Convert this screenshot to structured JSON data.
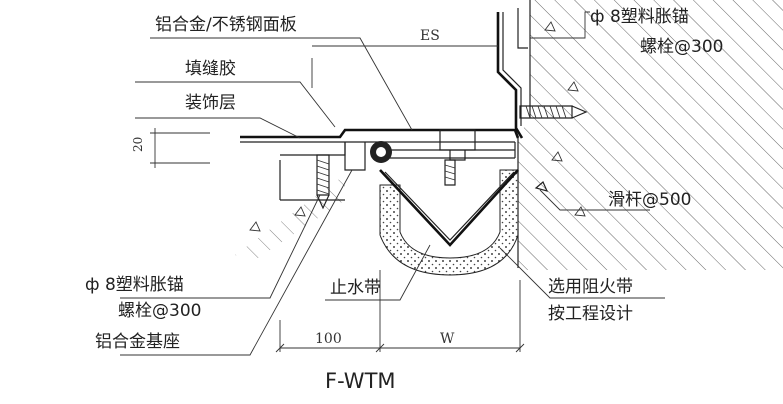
{
  "labels": {
    "panel": "铝合金/不锈钢面板",
    "es": "ES",
    "anchor_top_1": "ф 8塑料胀锚",
    "anchor_top_2": "螺栓@300",
    "sealant": "填缝胶",
    "decor": "装饰层",
    "thickness": "20",
    "slide_bar": "滑杆@500",
    "anchor_left_1": "ф 8塑料胀锚",
    "anchor_left_2": "螺栓@300",
    "water_stop": "止水带",
    "fire_1": "选用阻火带",
    "fire_2": "按工程设计",
    "base": "铝合金基座",
    "dim_100": "100",
    "dim_w": "W"
  },
  "caption": "F-WTM"
}
